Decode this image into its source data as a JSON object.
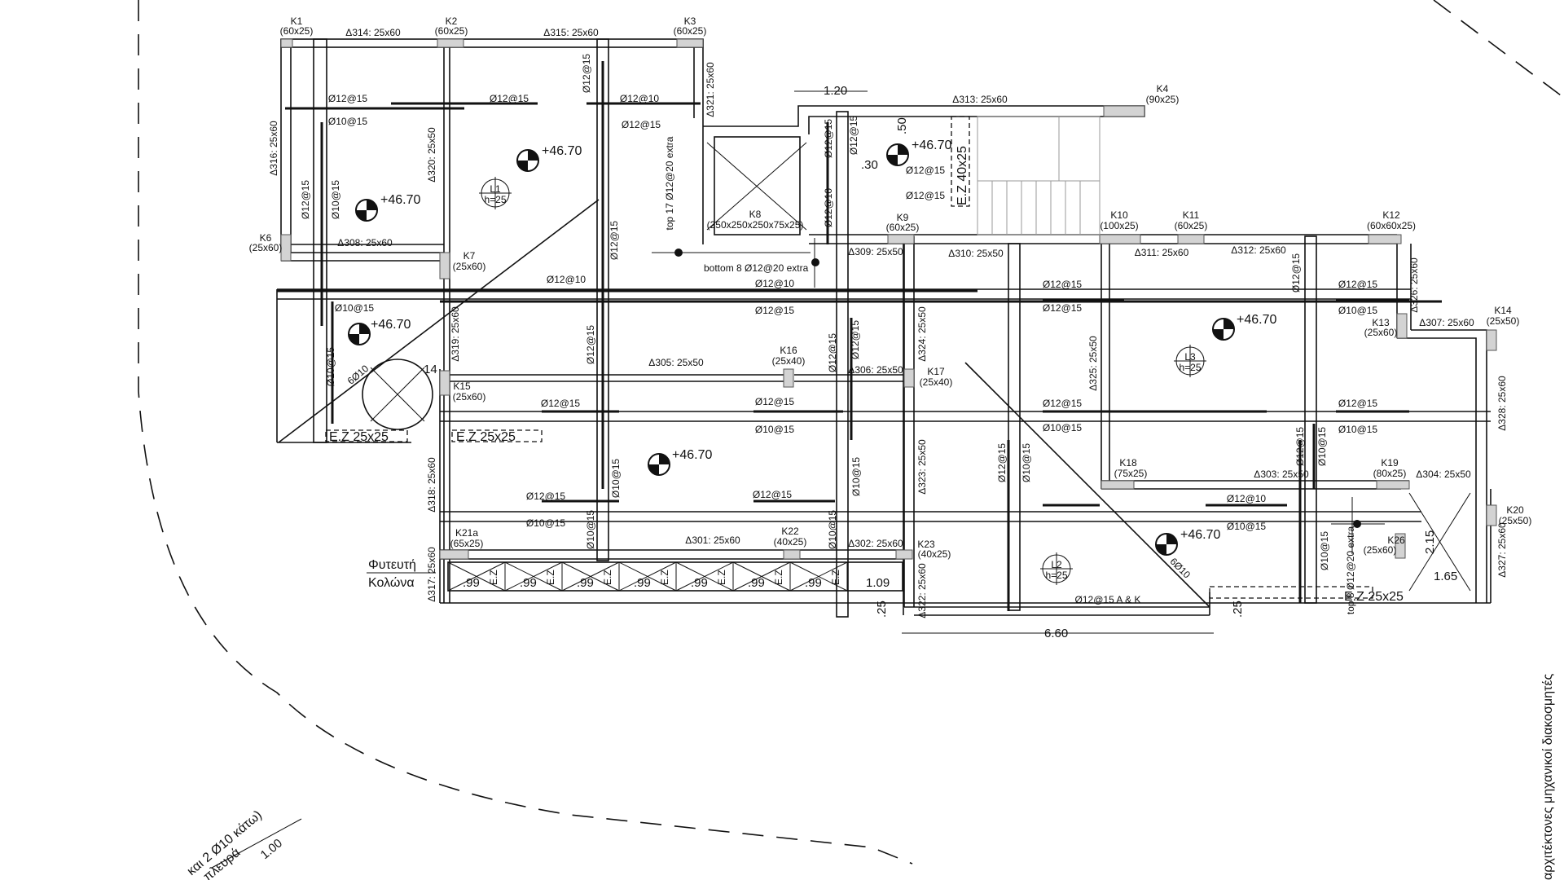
{
  "columns": [
    {
      "id": "k1",
      "name": "K1",
      "size": "(60x25)"
    },
    {
      "id": "k2",
      "name": "K2",
      "size": "(60x25)"
    },
    {
      "id": "k3",
      "name": "K3",
      "size": "(60x25)"
    },
    {
      "id": "k4",
      "name": "K4",
      "size": "(90x25)"
    },
    {
      "id": "k6",
      "name": "K6",
      "size": "(25x60)"
    },
    {
      "id": "k7",
      "name": "K7",
      "size": "(25x60)"
    },
    {
      "id": "k8",
      "name": "K8",
      "size": "(250x250x250x75x25)"
    },
    {
      "id": "k9",
      "name": "K9",
      "size": "(60x25)"
    },
    {
      "id": "k10",
      "name": "K10",
      "size": "(100x25)"
    },
    {
      "id": "k11",
      "name": "K11",
      "size": "(60x25)"
    },
    {
      "id": "k12",
      "name": "K12",
      "size": "(60x60x25)"
    },
    {
      "id": "k13",
      "name": "K13",
      "size": "(25x60)"
    },
    {
      "id": "k14",
      "name": "K14",
      "size": "(25x50)"
    },
    {
      "id": "k15",
      "name": "K15",
      "size": "(25x60)"
    },
    {
      "id": "k16",
      "name": "K16",
      "size": "(25x40)"
    },
    {
      "id": "k17",
      "name": "K17",
      "size": "(25x40)"
    },
    {
      "id": "k18",
      "name": "K18",
      "size": "(75x25)"
    },
    {
      "id": "k19",
      "name": "K19",
      "size": "(80x25)"
    },
    {
      "id": "k20",
      "name": "K20",
      "size": "(25x50)"
    },
    {
      "id": "k21a",
      "name": "K21a",
      "size": "(65x25)"
    },
    {
      "id": "k22",
      "name": "K22",
      "size": "(40x25)"
    },
    {
      "id": "k23",
      "name": "K23",
      "size": "(40x25)"
    },
    {
      "id": "k26",
      "name": "K26",
      "size": "(25x60)"
    }
  ],
  "beams": {
    "d301": "Δ301: 25x60",
    "d302": "Δ302: 25x60",
    "d303": "Δ303: 25x50",
    "d304": "Δ304: 25x50",
    "d305": "Δ305: 25x50",
    "d306": "Δ306: 25x50",
    "d307": "Δ307: 25x60",
    "d308": "Δ308: 25x60",
    "d309": "Δ309: 25x50",
    "d310": "Δ310: 25x50",
    "d311": "Δ311: 25x60",
    "d312": "Δ312: 25x60",
    "d313": "Δ313: 25x60",
    "d314": "Δ314: 25x60",
    "d315": "Δ315: 25x60",
    "d316": "Δ316: 25x60",
    "d317": "Δ317: 25x60",
    "d318": "Δ318: 25x60",
    "d319": "Δ319: 25x60",
    "d320": "Δ320: 25x50",
    "d321": "Δ321: 25x60",
    "d322": "Δ322: 25x60",
    "d323": "Δ323: 25x50",
    "d324": "Δ324: 25x50",
    "d325": "Δ325: 25x50",
    "d326": "Δ326: 25x60",
    "d327": "Δ327: 25x60",
    "d328": "Δ328: 25x60"
  },
  "slabs": {
    "l1": {
      "name": "L1",
      "h": "h=25"
    },
    "l2": {
      "name": "L2",
      "h": "h=25"
    },
    "l3": {
      "name": "L3",
      "h": "h=25"
    }
  },
  "elevation": "+46.70",
  "rebar": {
    "r1215": "Ø12@15",
    "r1210": "Ø12@10",
    "r1015": "Ø10@15",
    "r6010": "6Ø10",
    "top17": "top 17 Ø12@20 extra",
    "bottom8": "bottom 8 Ø12@20 extra",
    "top8": "top 8 Ø12@20 extra",
    "ak": "Ø12@15 A & K"
  },
  "ez": {
    "ez25": "Ε.Ζ 25x25",
    "ez40": "Ε.Ζ 40x25",
    "ez": "Ε.Ζ"
  },
  "dims": {
    "d120": "1.20",
    "d50": ".50",
    "d30": ".30",
    "d14": "14",
    "d99": ".99",
    "d109": "1.09",
    "d25": ".25",
    "d660": "6.60",
    "d215": "2.15",
    "d165": "1.65",
    "d100": "1.00"
  },
  "planter": {
    "line1": "Φυτευτή",
    "line2": "Κολώνα"
  },
  "corner_note": {
    "line1": "και 2 Ø10 κάτω)",
    "line2": "πλευρά"
  },
  "title_block": "αρχιτέκτονες   μηχανικοί   διακοσμητές"
}
